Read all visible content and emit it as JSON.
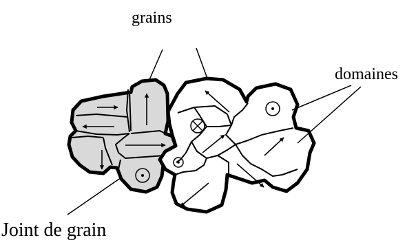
{
  "labels": {
    "grains": "grains",
    "domaines": "domaines",
    "joint": "Joint de grain"
  },
  "colors": {
    "grain_fill": "#d9d9d9",
    "domain_fill": "#ffffff",
    "stroke": "#000000",
    "background": "#ffffff"
  },
  "icons": {
    "in_plane": "arrow",
    "out_of_page": "dot-in-circle",
    "into_page": "cross-in-circle"
  }
}
